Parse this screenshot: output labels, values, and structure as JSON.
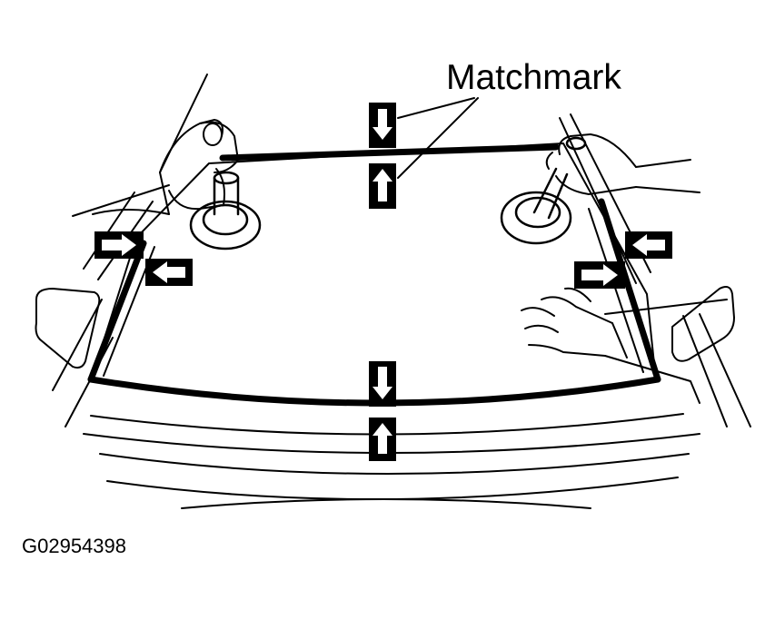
{
  "diagram": {
    "callout_label": "Matchmark",
    "figure_id": "G02954398",
    "colors": {
      "ink": "#000000",
      "paper": "#ffffff"
    },
    "markers": [
      {
        "name": "upper-center-outer",
        "direction": "down"
      },
      {
        "name": "upper-center-inner",
        "direction": "up"
      },
      {
        "name": "left-outer",
        "direction": "right"
      },
      {
        "name": "left-inner",
        "direction": "left"
      },
      {
        "name": "right-inner",
        "direction": "right"
      },
      {
        "name": "right-outer",
        "direction": "left"
      },
      {
        "name": "lower-center-inner",
        "direction": "down"
      },
      {
        "name": "lower-center-outer",
        "direction": "up"
      }
    ]
  }
}
